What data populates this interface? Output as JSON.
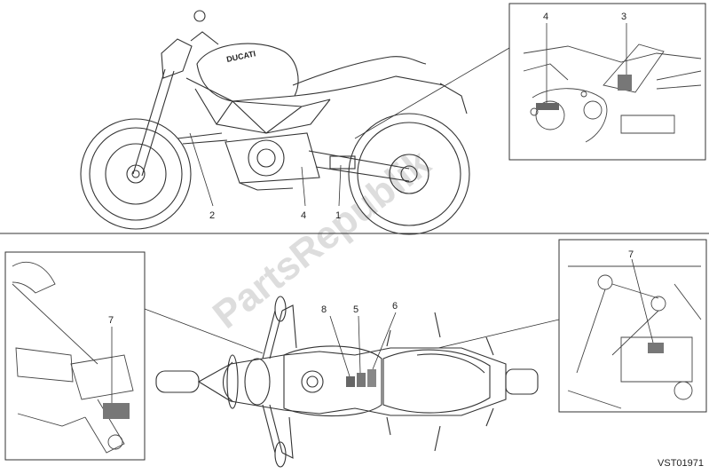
{
  "watermark": "PartsRepublik",
  "drawing_code": "VST01971",
  "brand_on_tank": "DUCATI",
  "callouts": {
    "side_view": [
      "2",
      "4",
      "1"
    ],
    "inset_top_right": [
      "4",
      "3"
    ],
    "inset_left": [
      "7"
    ],
    "inset_right": [
      "7"
    ],
    "top_view": [
      "8",
      "5",
      "6"
    ]
  }
}
